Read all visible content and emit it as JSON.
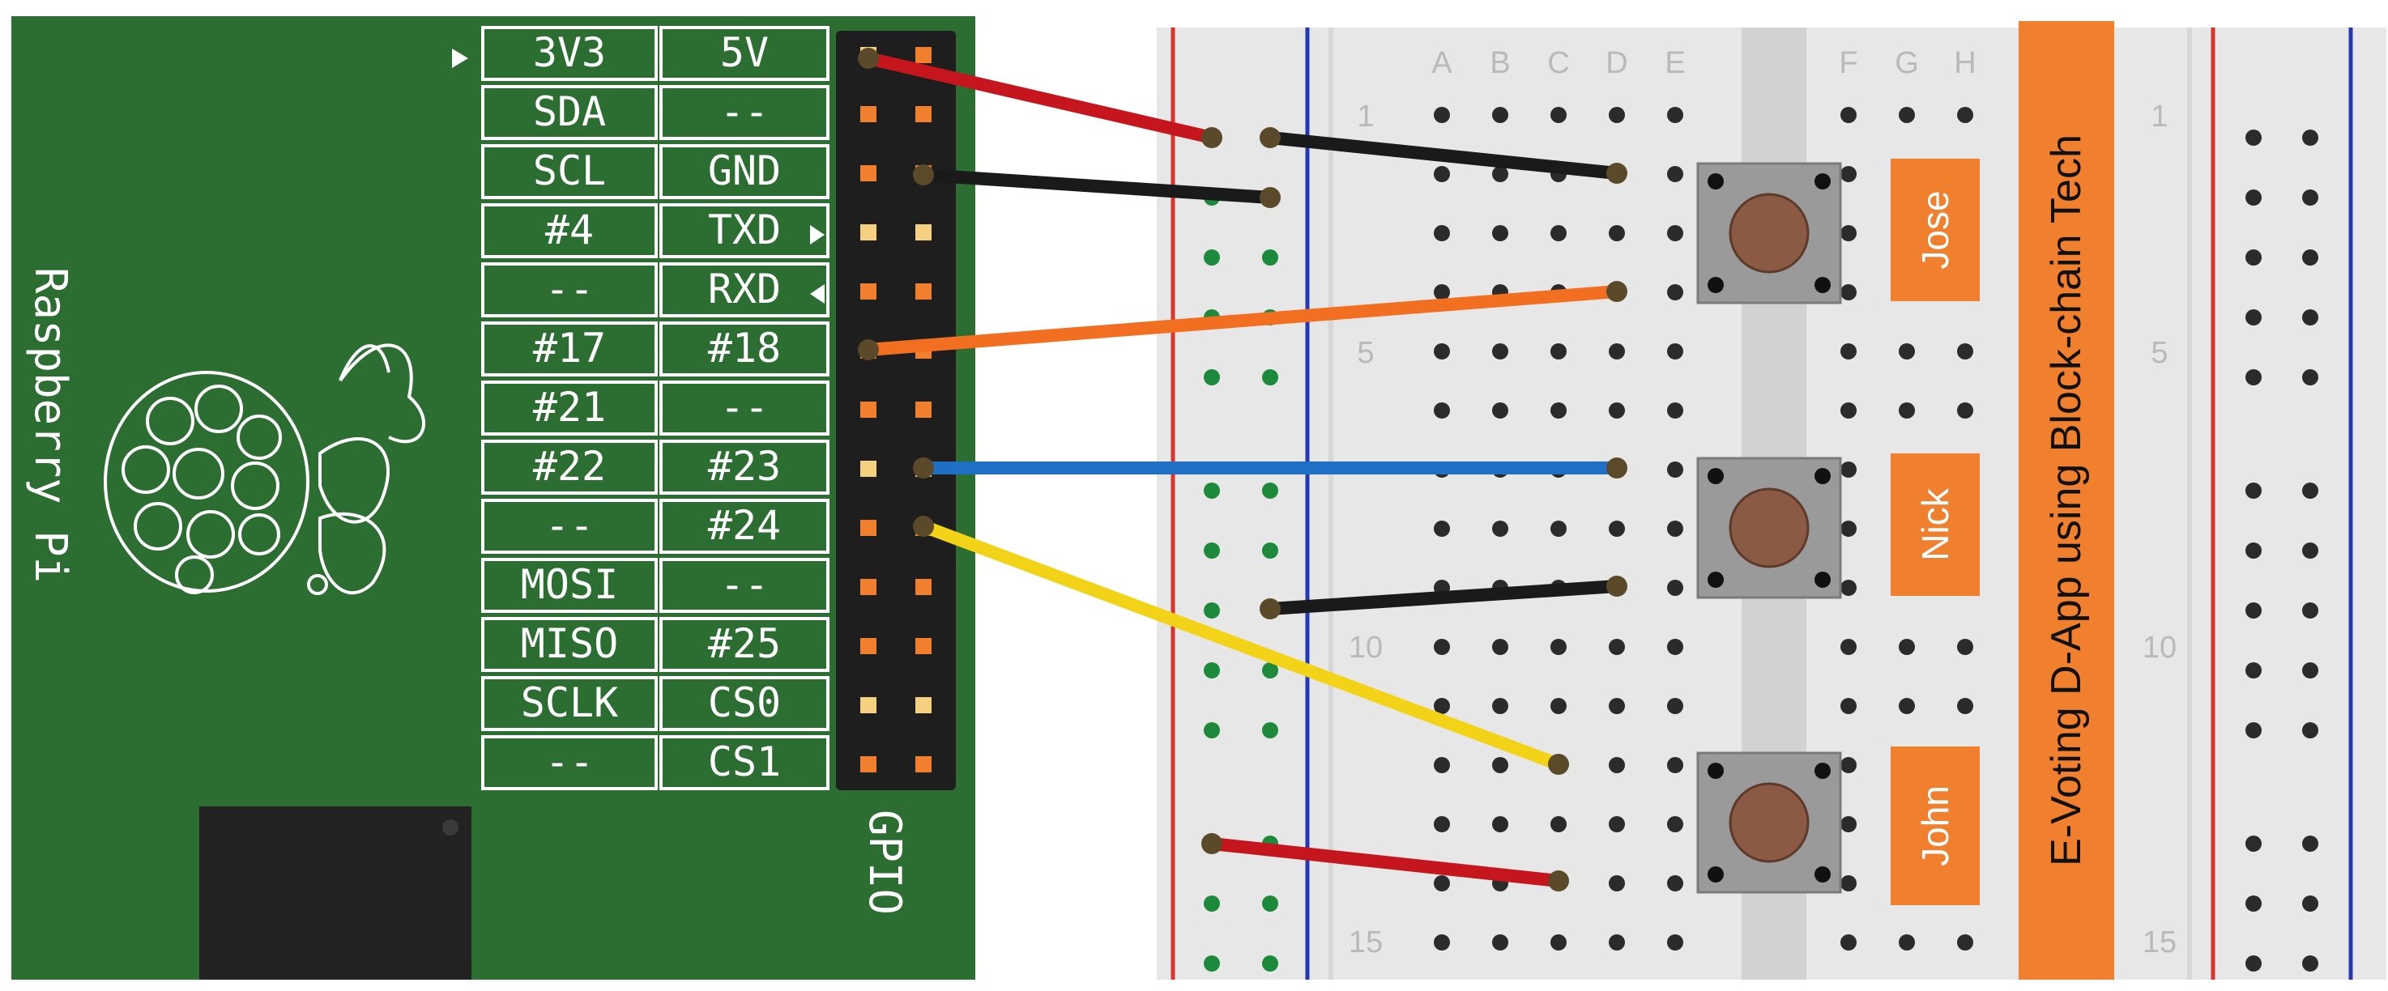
{
  "board": {
    "name": "Raspberry Pi",
    "port_label": "GPIO",
    "pin_rows": [
      [
        "3V3",
        "5V"
      ],
      [
        "SDA",
        "--"
      ],
      [
        "SCL",
        "GND"
      ],
      [
        "#4",
        "TXD"
      ],
      [
        "--",
        "RXD"
      ],
      [
        "#17",
        "#18"
      ],
      [
        "#21",
        "--"
      ],
      [
        "#22",
        "#23"
      ],
      [
        "--",
        "#24"
      ],
      [
        "MOSI",
        "--"
      ],
      [
        "MISO",
        "#25"
      ],
      [
        "SCLK",
        "CS0"
      ],
      [
        "--",
        "CS1"
      ]
    ]
  },
  "breadboard": {
    "column_labels_left": [
      "A",
      "B",
      "C",
      "D",
      "E"
    ],
    "column_labels_right": [
      "F",
      "G",
      "H"
    ],
    "row_numbers": [
      "1",
      "5",
      "10",
      "15"
    ]
  },
  "candidates": [
    "Jose",
    "Nick",
    "John"
  ],
  "title": "E-Voting D-App using Block-chain Tech",
  "colors": {
    "board_green": "#2c6e31",
    "breadboard": "#e7e7e7",
    "label_orange": "#f07f2e",
    "wire_red": "#c4161c",
    "wire_black": "#1a1a1a",
    "wire_orange": "#f26f21",
    "wire_blue": "#1f6fc4",
    "wire_yellow": "#f2d318"
  }
}
